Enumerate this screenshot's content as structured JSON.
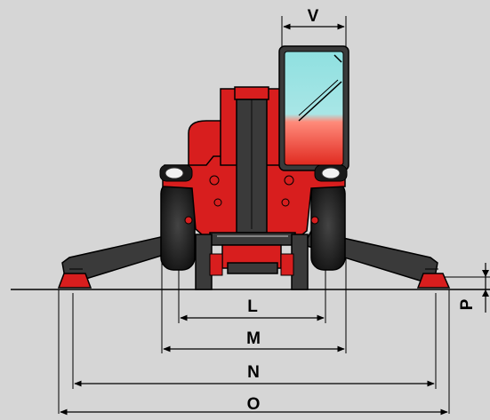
{
  "colors": {
    "background": "#d6d6d6",
    "machine_red": "#d81e1e",
    "machine_dark": "#3a3a3a",
    "outline": "#000000",
    "glass": "#7fd3d3",
    "light_white": "#f2f2f2",
    "ground_line": "#000000"
  },
  "labels": {
    "V": "V",
    "L": "L",
    "M": "M",
    "N": "N",
    "O": "O",
    "P": "P"
  }
}
